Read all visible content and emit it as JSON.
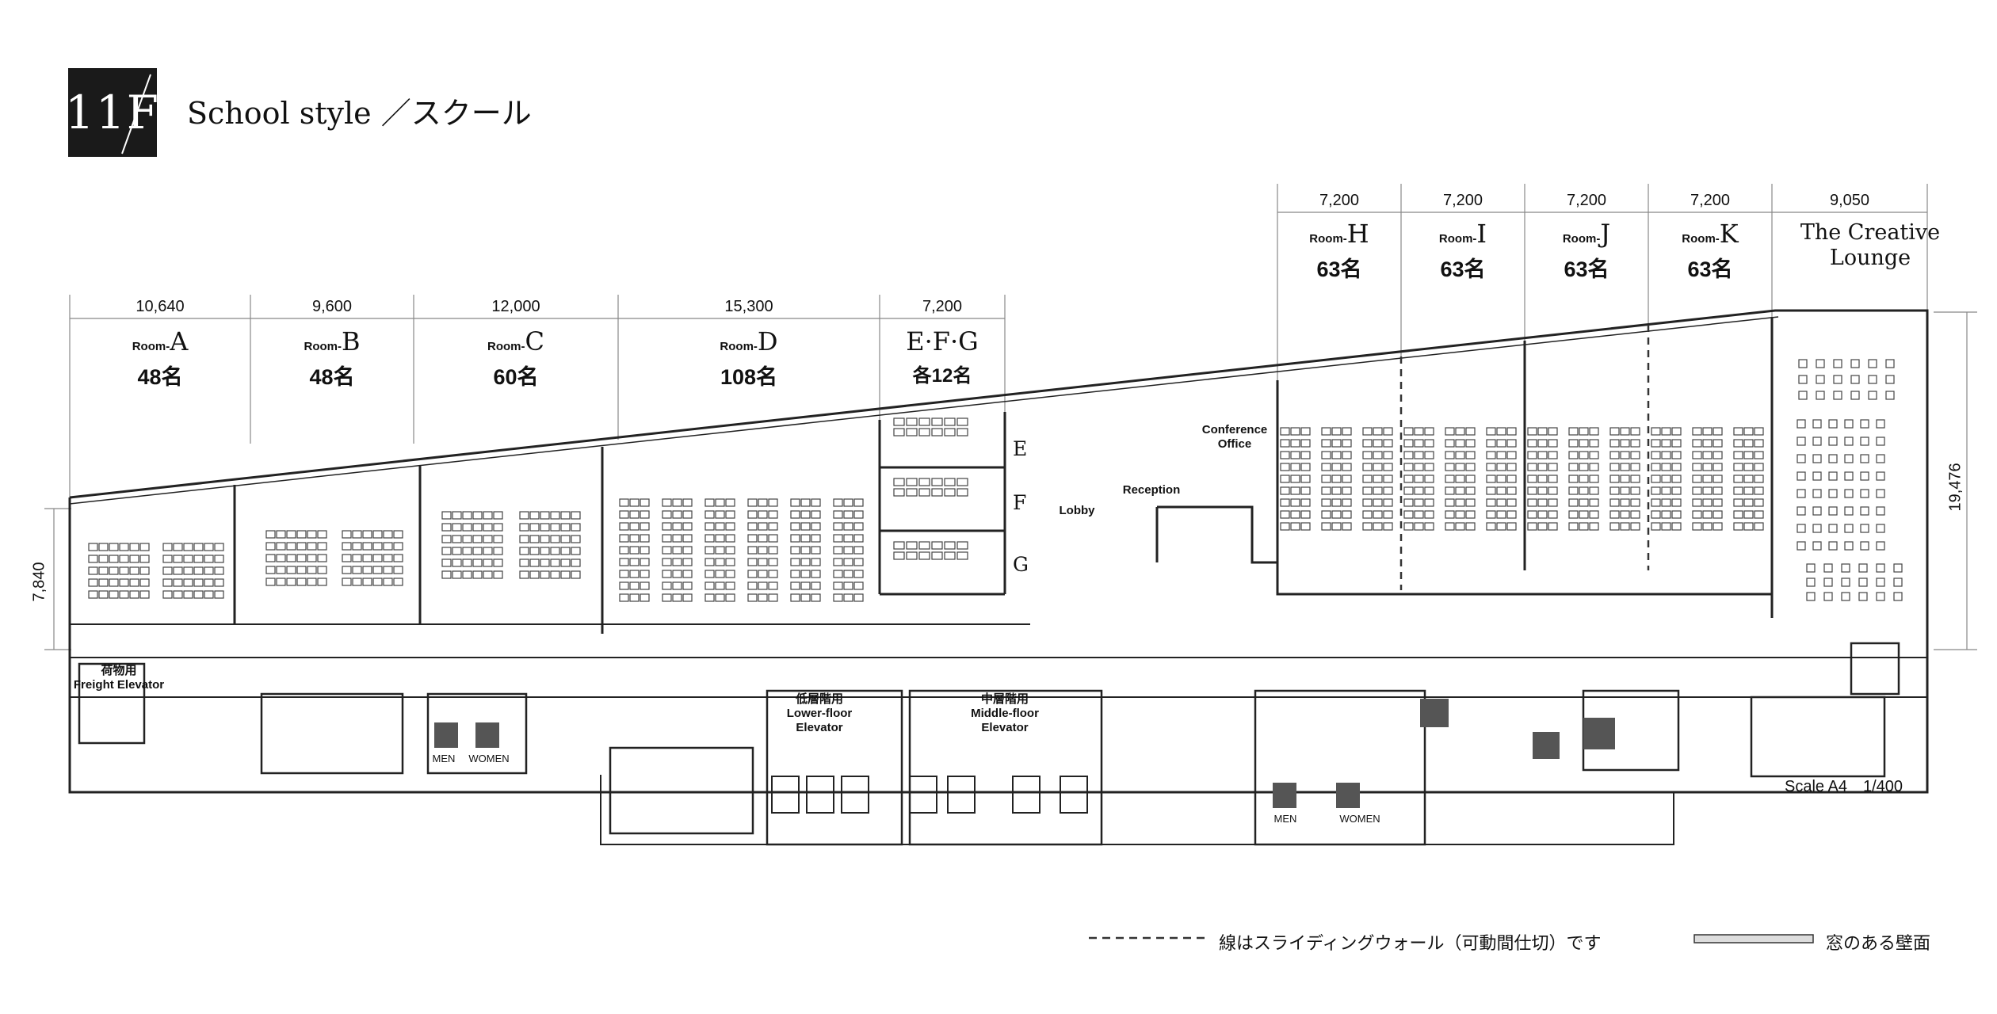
{
  "header": {
    "floor": "11F",
    "title": "School style ／スクール"
  },
  "dimensions_top": [
    "10,640",
    "9,600",
    "12,000",
    "15,300",
    "7,200"
  ],
  "dimensions_right_top": [
    "7,200",
    "7,200",
    "7,200",
    "7,200",
    "9,050"
  ],
  "dimension_left": "7,840",
  "dimension_right": "19,476",
  "room_prefix": "Room-",
  "rooms": [
    {
      "letter": "A",
      "capacity": "48名"
    },
    {
      "letter": "B",
      "capacity": "48名"
    },
    {
      "letter": "C",
      "capacity": "60名"
    },
    {
      "letter": "D",
      "capacity": "108名"
    }
  ],
  "room_efg": {
    "label": "E·F·G",
    "capacity": "各12名",
    "sub": [
      "E",
      "F",
      "G"
    ]
  },
  "rooms_right": [
    {
      "letter": "H",
      "capacity": "63名"
    },
    {
      "letter": "I",
      "capacity": "63名"
    },
    {
      "letter": "J",
      "capacity": "63名"
    },
    {
      "letter": "K",
      "capacity": "63名"
    }
  ],
  "lounge": [
    "The Creative",
    "Lounge"
  ],
  "areas": {
    "lobby": "Lobby",
    "reception": "Reception",
    "conference": [
      "Conference",
      "Office"
    ],
    "freight": [
      "荷物用",
      "Freight Elevator"
    ],
    "lower_elevator": [
      "低層階用",
      "Lower-floor",
      "Elevator"
    ],
    "middle_elevator": [
      "中層階用",
      "Middle-floor",
      "Elevator"
    ],
    "men": "MEN",
    "women": "WOMEN"
  },
  "scale": "Scale A4　1/400",
  "legend": {
    "sliding_wall": "線はスライディングウォール（可動間仕切）です",
    "window_wall": "窓のある壁面"
  }
}
